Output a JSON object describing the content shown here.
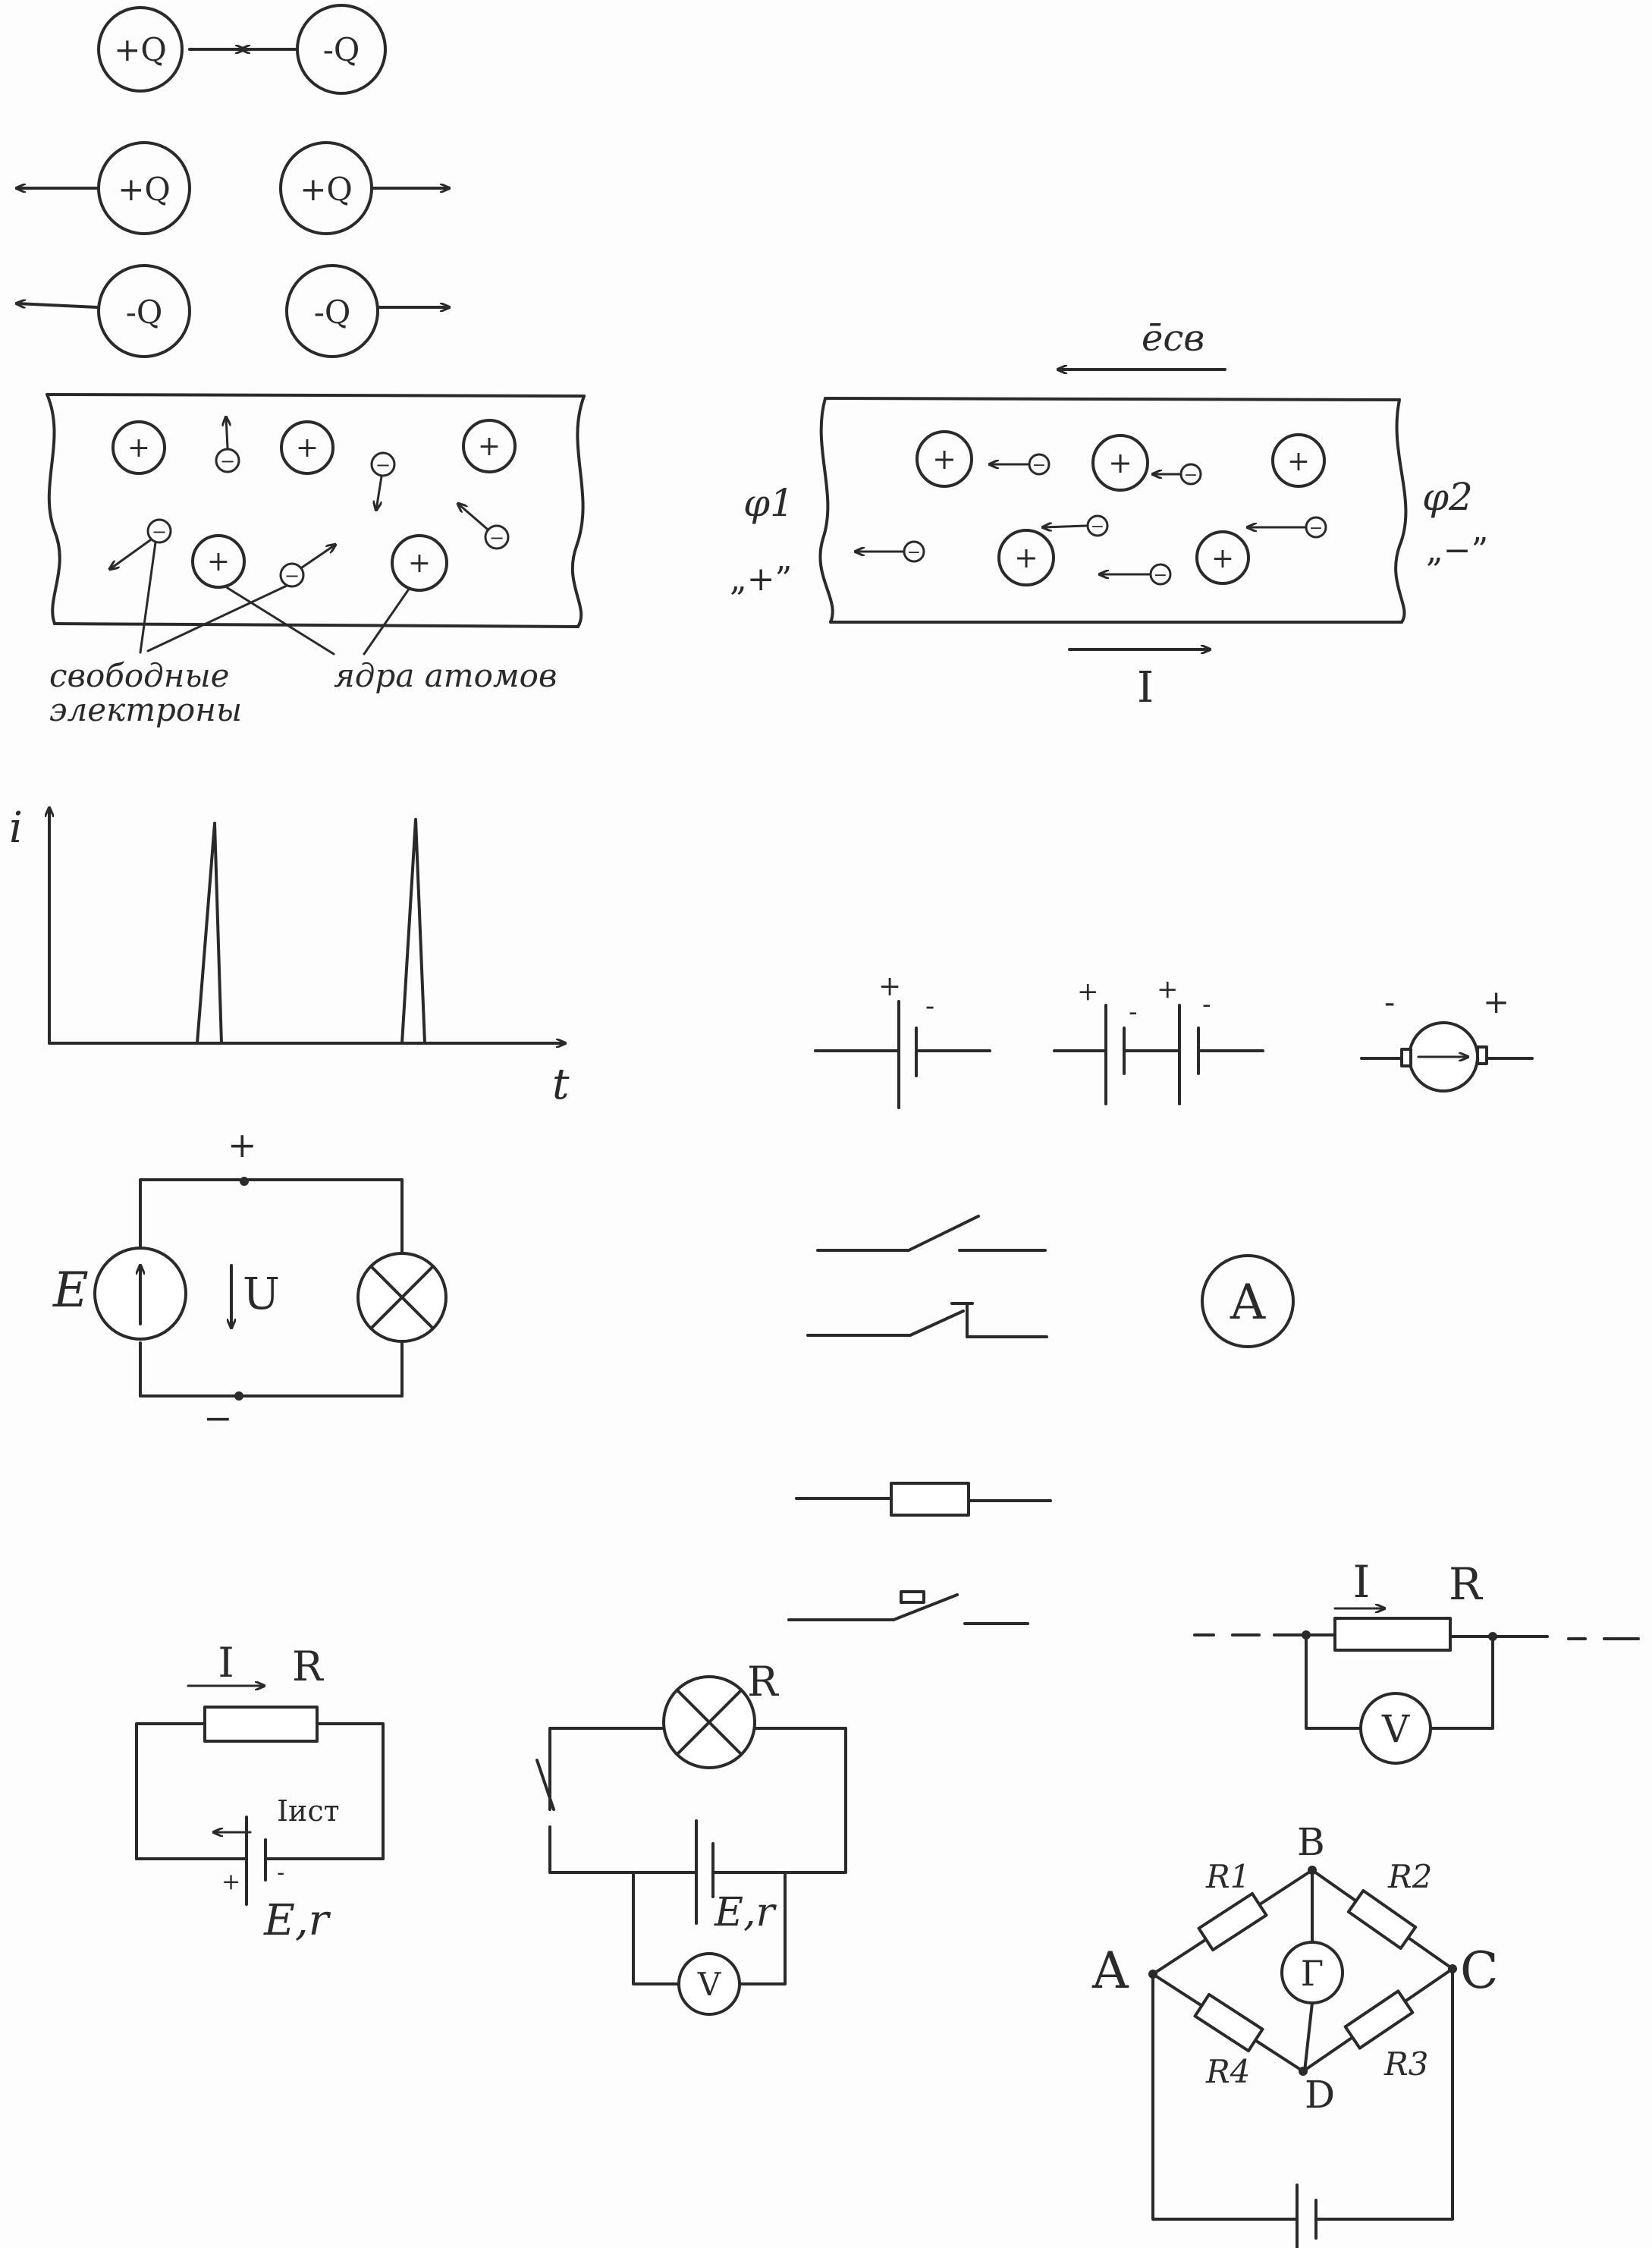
{
  "charges": {
    "plus_q": "+Q",
    "minus_q": "-Q"
  },
  "conductor": {
    "free_electrons_line1": "свободные",
    "free_electrons_line2": "электроны",
    "nuclei": "ядра атомов",
    "electron_flow": "ēсв",
    "phi1": "φ1",
    "phi2": "φ2",
    "plus_quote": "„+”",
    "minus_quote": "„−”",
    "current": "I"
  },
  "pulse_graph": {
    "y_label": "i",
    "x_label": "t"
  },
  "battery_symbols": {
    "plus": "+",
    "minus": "-"
  },
  "source_circuit": {
    "emf": "E",
    "voltage": "U",
    "plus": "+",
    "minus": "−"
  },
  "ammeter": {
    "label": "A"
  },
  "voltmeter_parallel": {
    "current": "I",
    "resistor": "R",
    "meter": "V"
  },
  "closed_circuit": {
    "current": "I",
    "resistor": "R",
    "source_current": "Iист",
    "source": "E,r",
    "plus": "+",
    "minus": "-"
  },
  "lamp_circuit": {
    "resistor": "R",
    "source": "E,r",
    "meter": "V"
  },
  "bridge": {
    "node_a": "A",
    "node_b": "B",
    "node_c": "C",
    "node_d": "D",
    "r1": "R1",
    "r2": "R2",
    "r3": "R3",
    "r4": "R4",
    "galvanometer": "Г"
  }
}
